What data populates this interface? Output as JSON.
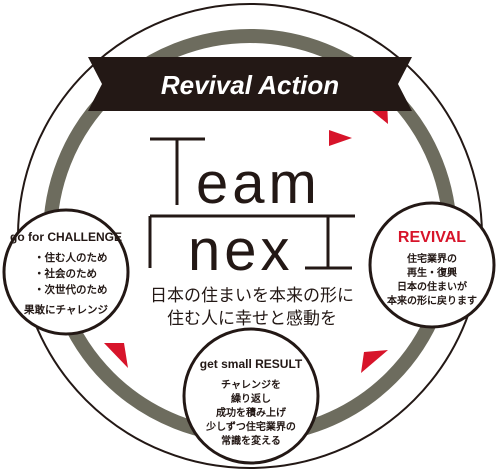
{
  "banner": {
    "label": "Revival Action"
  },
  "logo": {
    "line1": "Team",
    "line2": "nexT"
  },
  "tagline": {
    "line1": "日本の住まいを本来の形に",
    "line2": "住む人に幸せと感動を"
  },
  "challenge": {
    "title": "go for CHALLENGE",
    "items": [
      "・住む人のため",
      "・社会のため",
      "・次世代のため"
    ],
    "footer": "果敢にチャレンジ"
  },
  "revival": {
    "title": "REVIVAL",
    "lines": [
      "住宅業界の",
      "再生・復興",
      "日本の住まいが",
      "本来の形に戻ります"
    ]
  },
  "result": {
    "title": "get small RESULT",
    "lines": [
      "チャレンジを",
      "繰り返し",
      "成功を積み上げ",
      "少しずつ住宅業界の",
      "常識を変える"
    ]
  },
  "colors": {
    "ring": "#6d6c5e",
    "outline": "#231815",
    "banner": "#231815",
    "accent_red": "#d7142a",
    "text": "#231815"
  }
}
